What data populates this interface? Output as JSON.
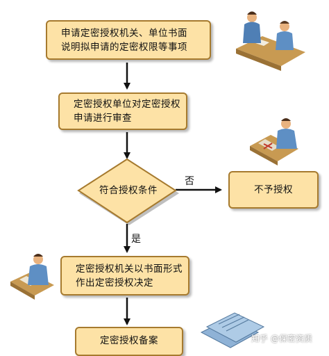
{
  "flow": {
    "step1": {
      "line1": "申请定密授权机关、单位书面",
      "line2": "说明拟申请的定密权限等事项"
    },
    "step2": {
      "line1": "定密授权单位对定密授权",
      "line2": "申请进行审查"
    },
    "decision": {
      "label": "符合授权条件"
    },
    "reject": {
      "label": "不予授权"
    },
    "no_label": "否",
    "yes_label": "是",
    "step3": {
      "line1": "定密授权机关以书面形式",
      "line2": "作出定密授权决定"
    },
    "step4": {
      "label": "定密授权备案"
    }
  },
  "watermark": "知乎 @保密资质"
}
